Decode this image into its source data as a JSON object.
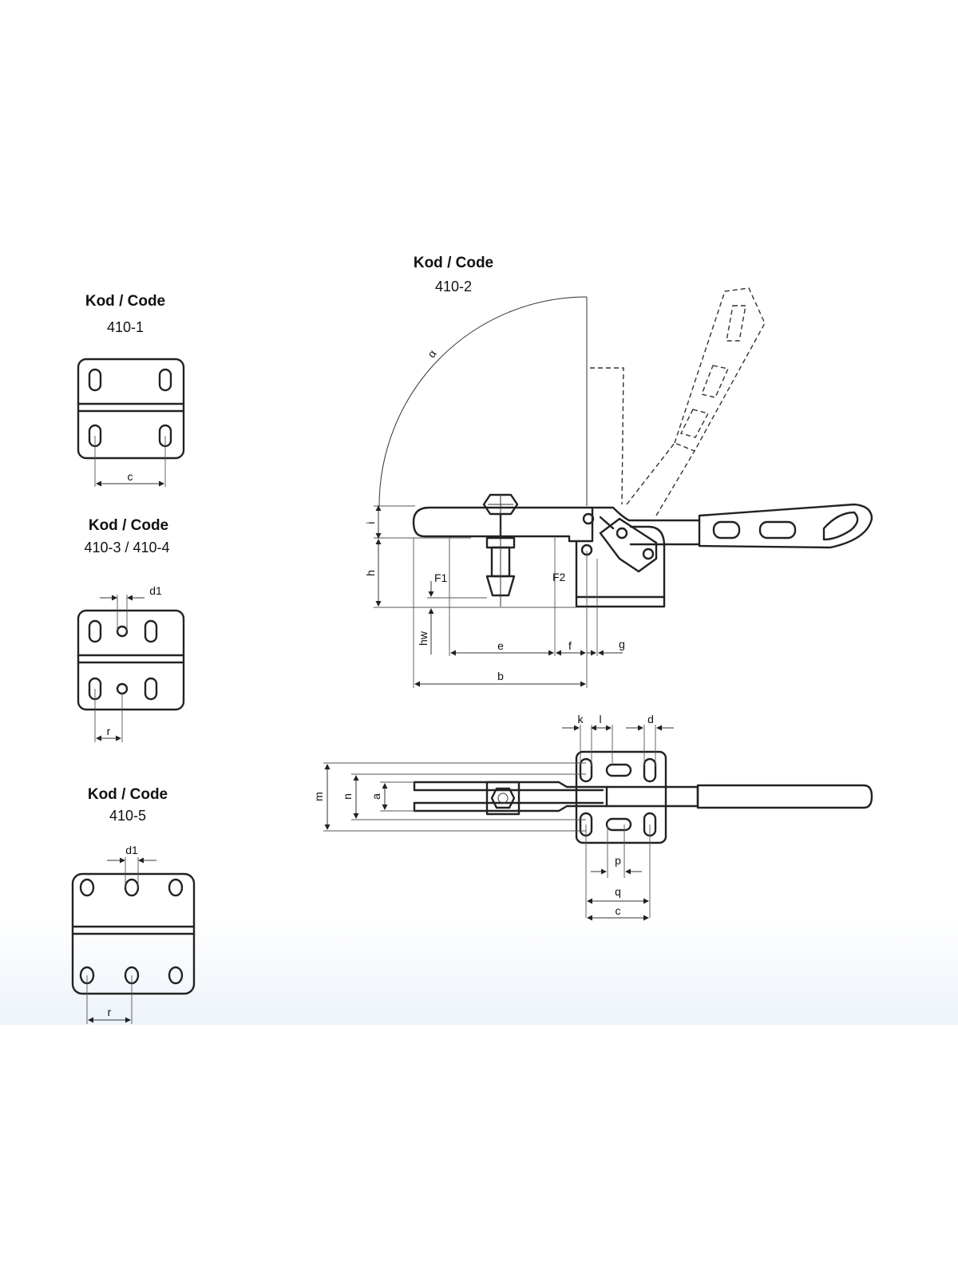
{
  "variants": [
    {
      "heading": "Kod / Code",
      "code": "410-1"
    },
    {
      "heading": "Kod / Code",
      "code": "410-2"
    },
    {
      "heading": "Kod / Code",
      "code": "410-3 / 410-4"
    },
    {
      "heading": "Kod / Code",
      "code": "410-5"
    }
  ],
  "dims": {
    "alpha": "α",
    "b": "b",
    "c": "c",
    "d": "d",
    "d1": "d1",
    "e": "e",
    "f": "f",
    "g": "g",
    "h": "h",
    "hw": "hw",
    "i": "i",
    "k": "k",
    "l": "l",
    "m": "m",
    "n": "n",
    "a": "a",
    "p": "p",
    "q": "q",
    "r": "r",
    "F1": "F1",
    "F2": "F2"
  }
}
